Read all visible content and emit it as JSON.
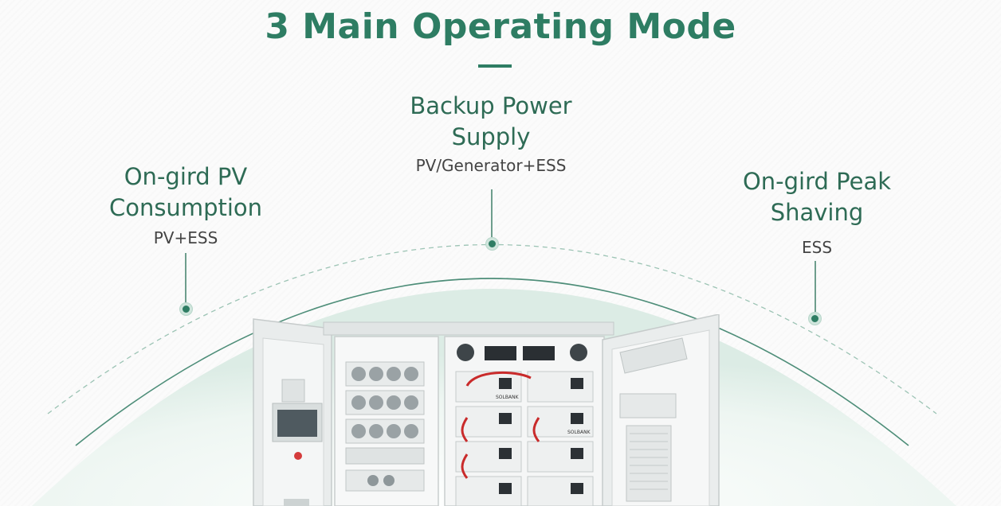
{
  "heading": {
    "title": "3 Main Operating Mode"
  },
  "modes": [
    {
      "name_line1": "On-gird PV",
      "name_line2": "Consumption",
      "subtitle": "PV+ESS"
    },
    {
      "name_line1": "Backup Power",
      "name_line2": "Supply",
      "subtitle": "PV/Generator+ESS"
    },
    {
      "name_line1": "On-gird Peak",
      "name_line2": "Shaving",
      "subtitle": "ESS"
    }
  ],
  "product": {
    "battery_brand": "SOLBANK"
  },
  "colors": {
    "accent": "#2e7d63",
    "text": "#2e6b55",
    "subtext": "#444444",
    "arc_fill": "#e3f1eb"
  }
}
